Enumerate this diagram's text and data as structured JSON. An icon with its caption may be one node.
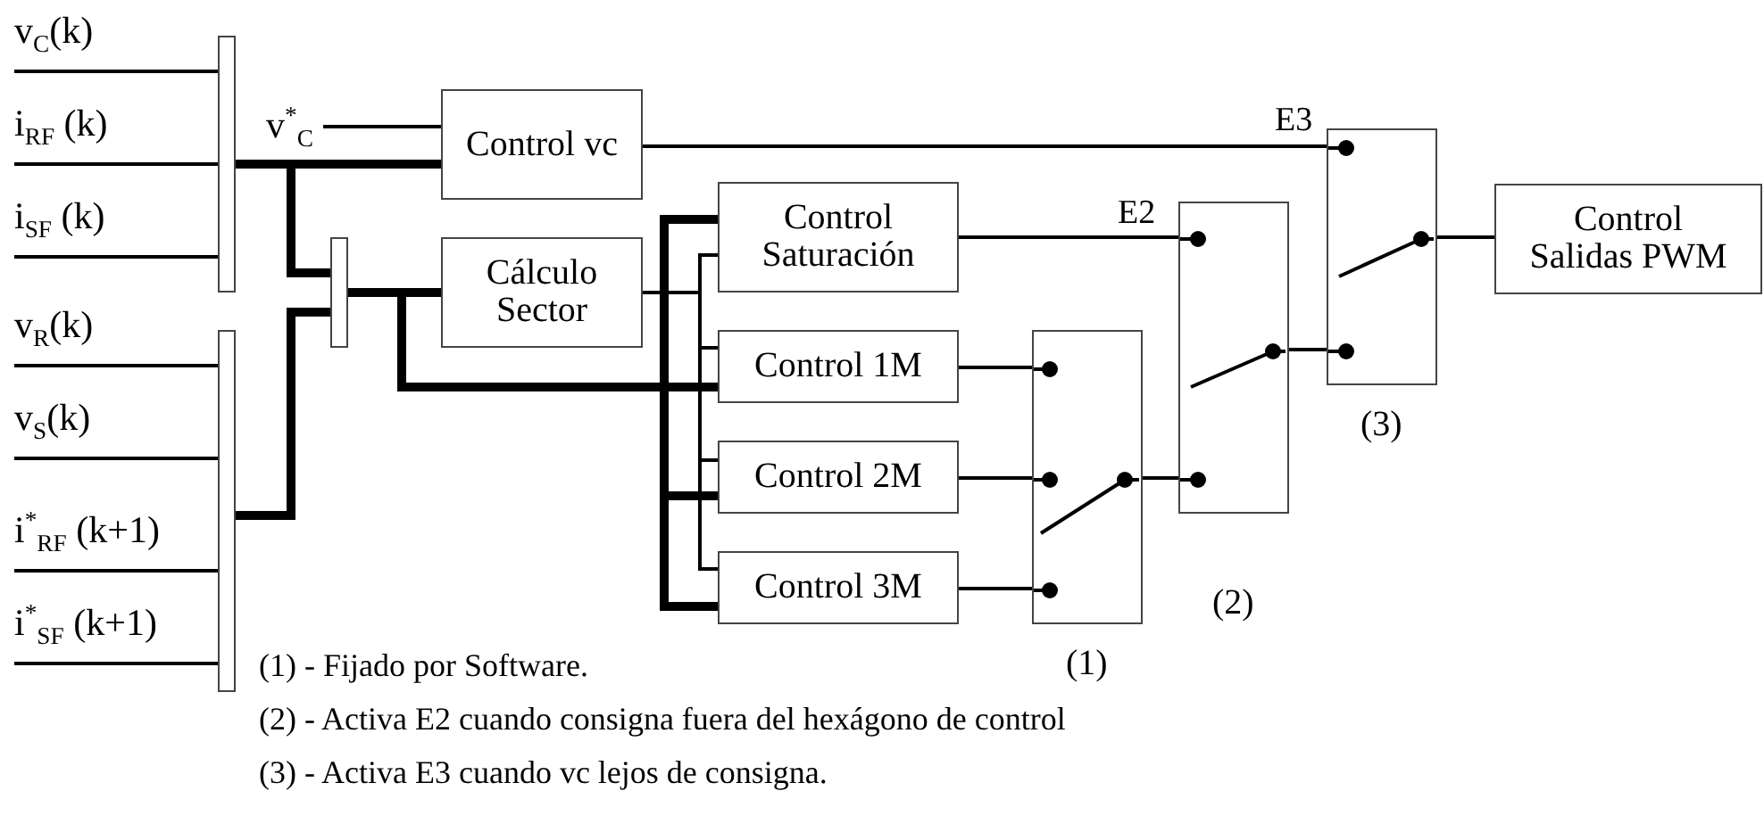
{
  "diagram": {
    "nodes": [
      {
        "text": [
          "v$_{C}$(k)"
        ]
      },
      {
        "text": [
          "i$_{RF}$ (k)"
        ]
      },
      {
        "text": [
          "i$_{SF}$ (k)"
        ]
      },
      {
        "text": [
          "v$_{R}$(k)"
        ]
      },
      {
        "text": [
          "v$_{S}$(k)"
        ]
      },
      {
        "text": [
          "i$^{*}$$_{RF}$ (k+1)"
        ]
      },
      {
        "text": [
          "i$^{*}$$_{SF}$ (k+1)"
        ]
      },
      {
        "text": [],
        "shape": "bar"
      },
      {
        "text": [],
        "shape": "bar"
      },
      {
        "text": [
          "v$^{*}$$_{C}$"
        ]
      },
      {
        "text": [],
        "shape": "bar"
      },
      {
        "text": [
          "Control vc"
        ]
      },
      {
        "text": [
          "Cálculo Sector"
        ]
      },
      {
        "text": [
          "Control Saturación"
        ]
      },
      {
        "text": [
          "Control 1M"
        ]
      },
      {
        "text": [
          "Control 2M"
        ]
      },
      {
        "text": [
          "Control 3M"
        ]
      },
      {
        "text": [
          "(1)"
        ]
      },
      {
        "text": [
          "(2)"
        ]
      },
      {
        "text": [
          "(3)"
        ]
      },
      {
        "text": [
          "Control Salidas PWM"
        ]
      }
    ],
    "edges": [
      {
        "from": 0,
        "to": 7,
        "arrow": "none"
      },
      {
        "from": 1,
        "to": 7,
        "arrow": "none"
      },
      {
        "from": 2,
        "to": 7,
        "arrow": "none"
      },
      {
        "from": 3,
        "to": 8,
        "arrow": "none"
      },
      {
        "from": 4,
        "to": 8,
        "arrow": "none"
      },
      {
        "from": 5,
        "to": 8,
        "arrow": "none"
      },
      {
        "from": 6,
        "to": 8,
        "arrow": "none"
      },
      {
        "from": 9,
        "to": 11,
        "arrow": "none"
      },
      {
        "from": 7,
        "to": 11,
        "arrow": "none",
        "style": "thick"
      },
      {
        "from": 7,
        "to": 10,
        "arrow": "none",
        "style": "thick"
      },
      {
        "from": 8,
        "to": 10,
        "arrow": "none",
        "style": "thick"
      },
      {
        "from": 10,
        "to": 12,
        "arrow": "none",
        "style": "thick"
      },
      {
        "from": 10,
        "to": 13,
        "arrow": "none",
        "style": "thick"
      },
      {
        "from": 10,
        "to": 14,
        "arrow": "none",
        "style": "thick"
      },
      {
        "from": 10,
        "to": 15,
        "arrow": "none",
        "style": "thick"
      },
      {
        "from": 10,
        "to": 16,
        "arrow": "none",
        "style": "thick"
      },
      {
        "from": 12,
        "to": 13,
        "arrow": "none"
      },
      {
        "from": 12,
        "to": 14,
        "arrow": "none"
      },
      {
        "from": 12,
        "to": 15,
        "arrow": "none"
      },
      {
        "from": 12,
        "to": 16,
        "arrow": "none"
      },
      {
        "from": 11,
        "to": 19,
        "arrow": "none",
        "label": "E3"
      },
      {
        "from": 13,
        "to": 18,
        "arrow": "none",
        "label": "E2"
      },
      {
        "from": 14,
        "to": 17,
        "arrow": "none"
      },
      {
        "from": 15,
        "to": 17,
        "arrow": "none"
      },
      {
        "from": 16,
        "to": 17,
        "arrow": "none"
      },
      {
        "from": 17,
        "to": 18,
        "arrow": "none"
      },
      {
        "from": 18,
        "to": 19,
        "arrow": "none"
      },
      {
        "from": 19,
        "to": 20,
        "arrow": "none"
      }
    ],
    "labels": [
      "(1) - Fijado por Software.",
      "(2) - Activa E2 cuando consigna fuera del hexágono de control",
      "(3) - Activa E3 cuando vc lejos de consigna."
    ]
  }
}
